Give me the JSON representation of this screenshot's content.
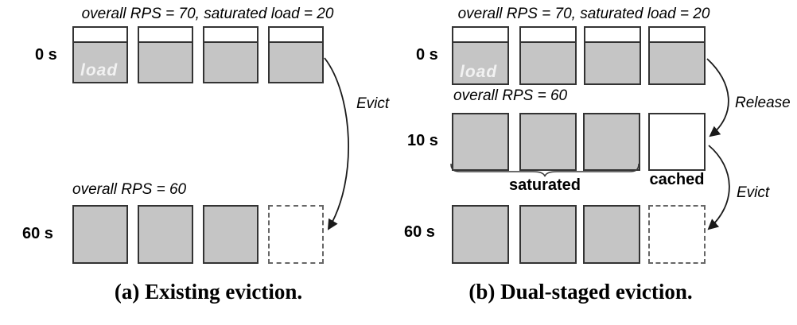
{
  "figure": {
    "type": "diagram",
    "topic": "instance eviction strategies"
  },
  "panel_a": {
    "caption": "(a) Existing eviction.",
    "header": "overall RPS = 70, saturated load = 20",
    "row0": {
      "time": "0 s",
      "load_label": "load",
      "instances": 4
    },
    "evict_label": "Evict",
    "row60": {
      "header": "overall RPS = 60",
      "time": "60 s",
      "instances": 3,
      "evicted_slots": 1
    }
  },
  "panel_b": {
    "caption": "(b) Dual-staged eviction.",
    "header": "overall RPS = 70, saturated load = 20",
    "row0": {
      "time": "0 s",
      "load_label": "load",
      "instances": 4
    },
    "release_label": "Release",
    "row10": {
      "header": "overall RPS = 60",
      "time": "10 s",
      "saturated_label": "saturated",
      "cached_label": "cached",
      "saturated_instances": 3,
      "cached_instances": 1
    },
    "evict_label": "Evict",
    "row60": {
      "time": "60 s",
      "instances": 3,
      "evicted_slots": 1
    }
  },
  "colors": {
    "instance_fill": "#c5c5c5",
    "box_border": "#333333",
    "load_text": "#f2f2f2",
    "arrow": "#1a1a1a"
  }
}
